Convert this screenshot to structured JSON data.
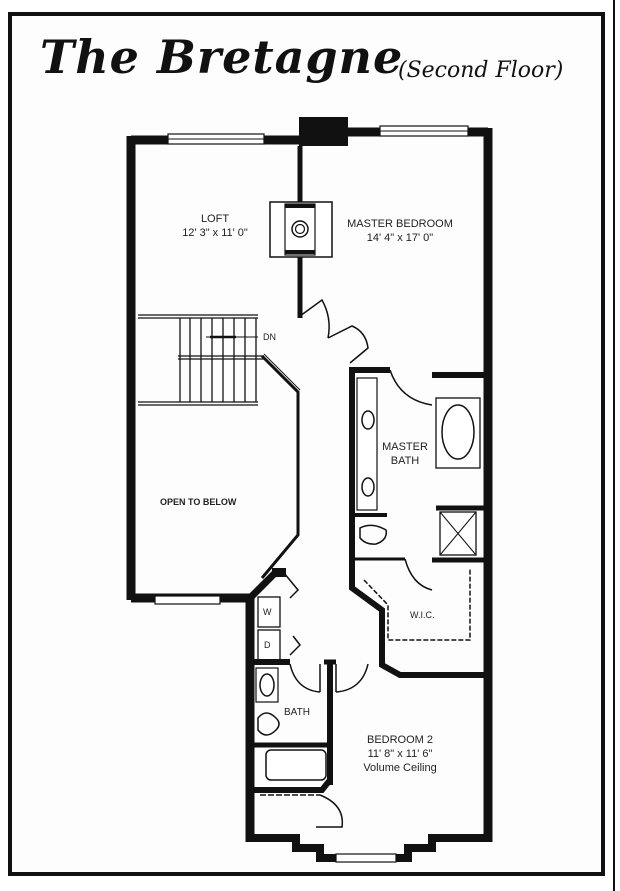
{
  "header": {
    "title": "The Bretagne",
    "subtitle": "(Second Floor)"
  },
  "rooms": {
    "loft": {
      "name": "LOFT",
      "dims": "12' 3\" x 11' 0\""
    },
    "master_bedroom": {
      "name": "MASTER BEDROOM",
      "dims": "14' 4\" x 17' 0\""
    },
    "stairs": {
      "label": "DN"
    },
    "open_to_below": {
      "name": "OPEN TO BELOW"
    },
    "master_bath": {
      "name_line1": "MASTER",
      "name_line2": "BATH"
    },
    "wic": {
      "name": "W.I.C."
    },
    "washer": {
      "label": "W"
    },
    "dryer": {
      "label": "D"
    },
    "bath": {
      "name": "BATH"
    },
    "bedroom2": {
      "name": "BEDROOM 2",
      "dims": "11' 8\" x 11' 6\"",
      "note": "Volume Ceiling"
    }
  },
  "colors": {
    "wall": "#111111",
    "paper": "#fdfdfd",
    "frame": "#111111"
  }
}
